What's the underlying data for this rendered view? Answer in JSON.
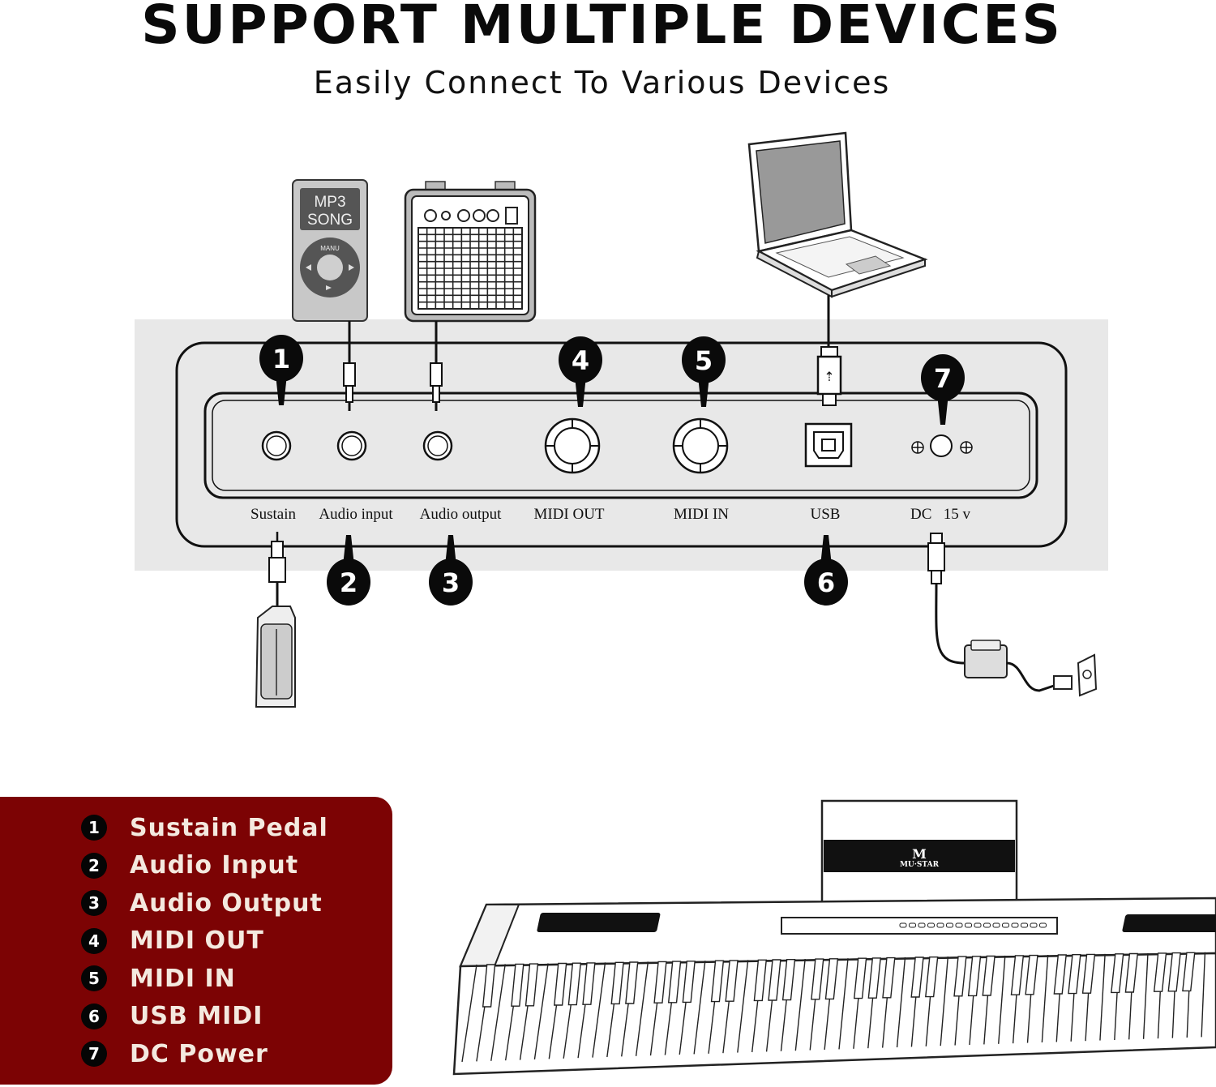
{
  "header": {
    "title": "SUPPORT MULTIPLE DEVICES",
    "subtitle": "Easily Connect To Various Devices"
  },
  "mp3": {
    "line1": "MP3",
    "line2": "SONG",
    "menu": "MANU"
  },
  "ports": {
    "sustain": "Sustain",
    "audio_input": "Audio input",
    "audio_output": "Audio  output",
    "midi_out": "MIDI OUT",
    "midi_in": "MIDI IN",
    "usb": "USB",
    "dc": "DC   15 v"
  },
  "badges": [
    "1",
    "2",
    "3",
    "4",
    "5",
    "6",
    "7"
  ],
  "legend": [
    {
      "num": "1",
      "label": "Sustain Pedal"
    },
    {
      "num": "2",
      "label": "Audio Input"
    },
    {
      "num": "3",
      "label": "Audio Output"
    },
    {
      "num": "4",
      "label": "MIDI OUT"
    },
    {
      "num": "5",
      "label": "MIDI IN"
    },
    {
      "num": "6",
      "label": "USB MIDI"
    },
    {
      "num": "7",
      "label": "DC Power"
    }
  ],
  "brand": {
    "logo": "MU·STAR"
  },
  "colors": {
    "legend_bg": "#7c0304",
    "panel_bg": "#e8e8e8",
    "legend_text": "#f4e9df"
  }
}
